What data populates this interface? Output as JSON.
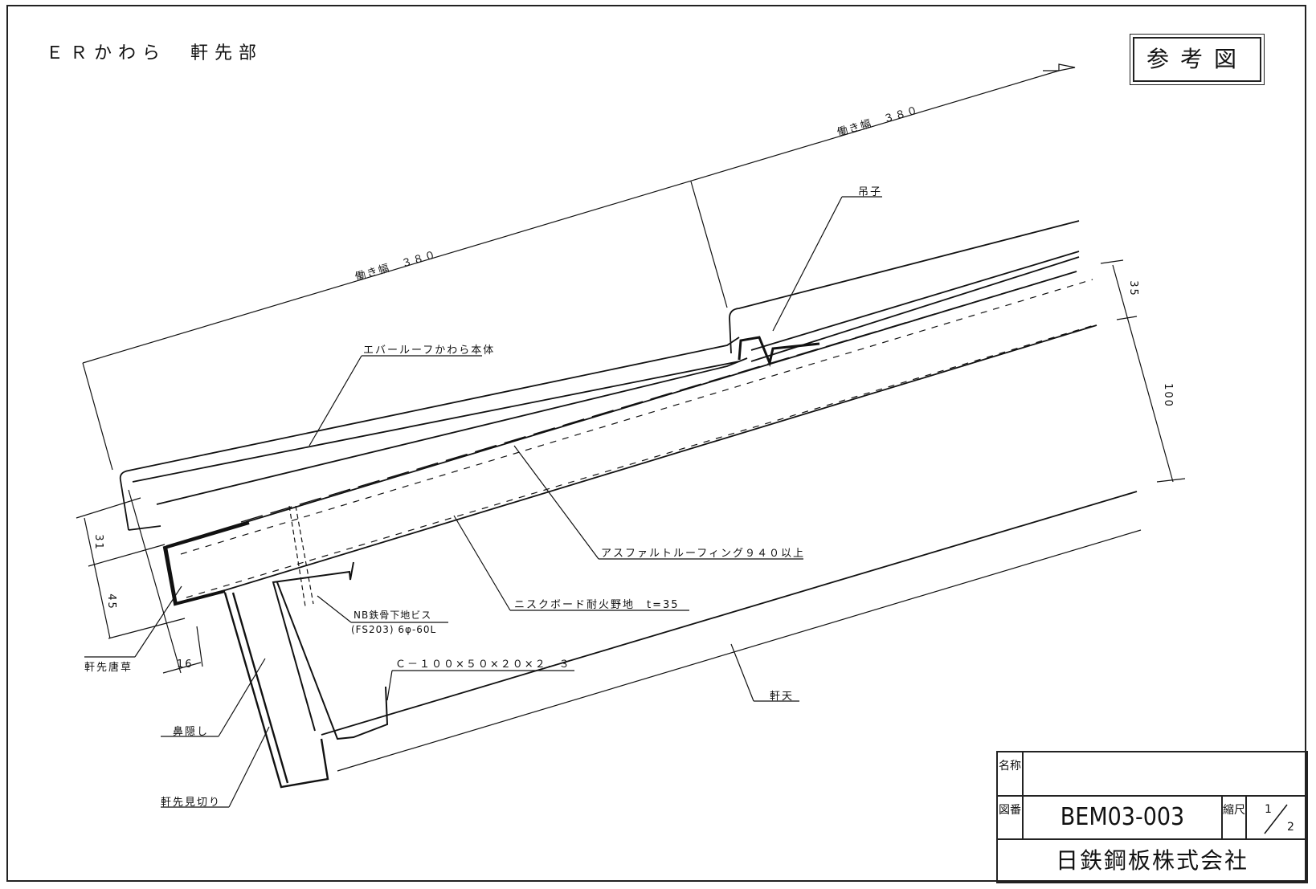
{
  "title": "ＥＲかわら　軒先部",
  "reference_stamp": "参考図",
  "dimensions": {
    "working_width_1": "働き幅　３８０",
    "working_width_2": "働き幅　３８０",
    "d31": "31",
    "d45": "45",
    "d16": "16",
    "d35": "35",
    "d100": "100"
  },
  "labels": {
    "hanger": "吊子",
    "roof_body": "エバールーフかわら本体",
    "asphalt": "アスファルトルーフィング９４０以上",
    "board": "ニスクボード耐火野地　t=35",
    "screw_1": "NB鉄骨下地ビス",
    "screw_2": "(FS203) 6φ-60L",
    "channel": "Ｃ－１００×５０×２０×２．３",
    "eave_karakusa": "軒先唐草",
    "soffit": "軒天",
    "hanakakushi": "鼻隠し",
    "eave_mikiri": "軒先見切り"
  },
  "title_block": {
    "name_label": "名称",
    "name_value": "",
    "number_label": "図番",
    "number_value": "BEM03-003",
    "scale_label": "縮尺",
    "scale_num": "1",
    "scale_den": "2",
    "company": "日鉄鋼板株式会社"
  }
}
